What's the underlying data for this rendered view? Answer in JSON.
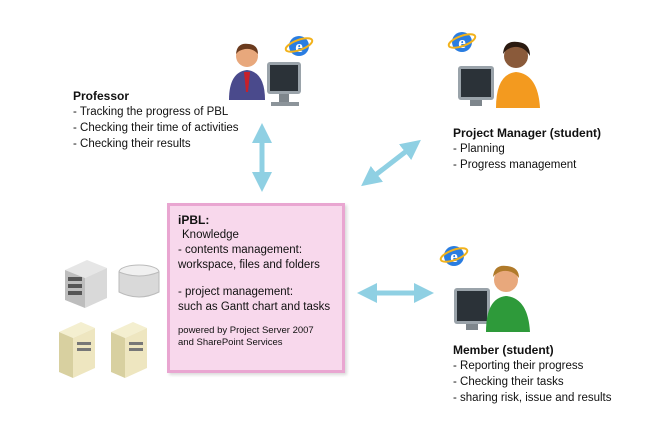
{
  "professor": {
    "title": "Professor",
    "items": [
      "- Tracking the progress of PBL",
      "- Checking their time of activities",
      "- Checking their results"
    ]
  },
  "project_manager": {
    "title": "Project Manager (student)",
    "items": [
      "- Planning",
      "- Progress management"
    ]
  },
  "member": {
    "title": "Member (student)",
    "items": [
      "- Reporting their progress",
      "- Checking their tasks",
      "- sharing risk, issue and results"
    ]
  },
  "center": {
    "title": "iPBL:",
    "lines": [
      "Knowledge",
      "- contents management:",
      "workspace, files and folders",
      "",
      "- project management:",
      "such as Gantt chart and tasks"
    ],
    "powered_by": [
      "powered by Project Server 2007",
      "and SharePoint Services"
    ]
  },
  "colors": {
    "arrow": "#8fd0e3",
    "box_fill": "#f8d8ec",
    "box_border": "#e9a6d1",
    "ie_blue": "#2a7de1",
    "ie_ring": "#f2b21b"
  },
  "icons": {
    "professor": "user-at-computer-icon",
    "manager": "user-at-computer-icon",
    "member": "user-at-computer-icon",
    "browser": "ie-browser-icon",
    "servers": "server-icon"
  }
}
